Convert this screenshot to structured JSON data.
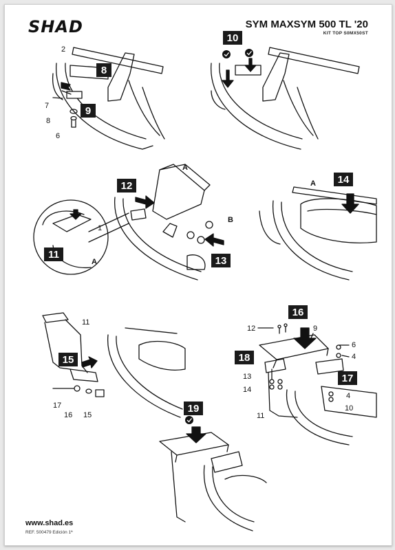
{
  "header": {
    "logo": "SHAD",
    "title": "SYM MAXSYM 500 TL '20",
    "subtitle": "KIT TOP S0MX50ST"
  },
  "footer": {
    "url": "www.shad.es",
    "ref": "REF. 500479 Edición 1ª"
  },
  "panels": {
    "p1": {
      "step_a": "8",
      "step_b": "9",
      "parts": [
        "2",
        "7",
        "8",
        "6"
      ]
    },
    "p2": {
      "step": "10"
    },
    "p3": {
      "step_a": "12",
      "step_b": "11",
      "step_c": "13",
      "parts": [
        "A",
        "1",
        "A",
        "B"
      ]
    },
    "p4": {
      "step": "14",
      "parts": [
        "A"
      ]
    },
    "p5": {
      "step": "15",
      "parts": [
        "11",
        "17",
        "16",
        "15"
      ]
    },
    "p6": {
      "step_a": "16",
      "step_b": "18",
      "step_c": "17",
      "parts": [
        "12",
        "9",
        "6",
        "4",
        "13",
        "14",
        "11",
        "4",
        "10"
      ]
    },
    "p7": {
      "step": "19"
    }
  },
  "colors": {
    "ink": "#111111",
    "step_box": "#1a1a1a",
    "paper": "#ffffff"
  },
  "icons": [
    "check-icon",
    "arrow-icon"
  ]
}
